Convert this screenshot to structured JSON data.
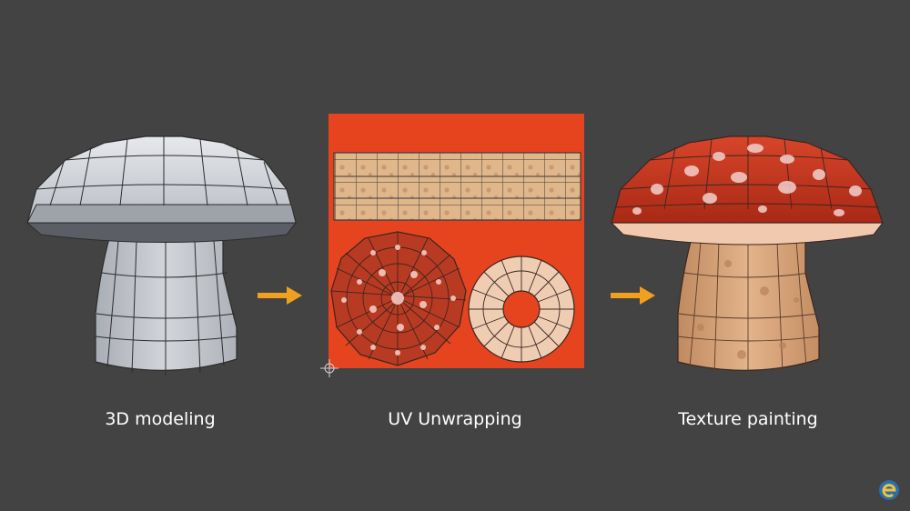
{
  "steps": [
    {
      "caption": "3D modeling"
    },
    {
      "caption": "UV Unwrapping"
    },
    {
      "caption": "Texture painting"
    }
  ],
  "colors": {
    "background": "#434343",
    "arrow": "#f0a020",
    "uv_background": "#e5441f",
    "cap_red": "#c8331d",
    "stem_tan": "#d9a57c",
    "mesh_grey": "#c9ccd2"
  },
  "icons": {
    "arrow_1": "arrow-right-icon",
    "arrow_2": "arrow-right-icon",
    "logo": "e-logo-icon"
  }
}
